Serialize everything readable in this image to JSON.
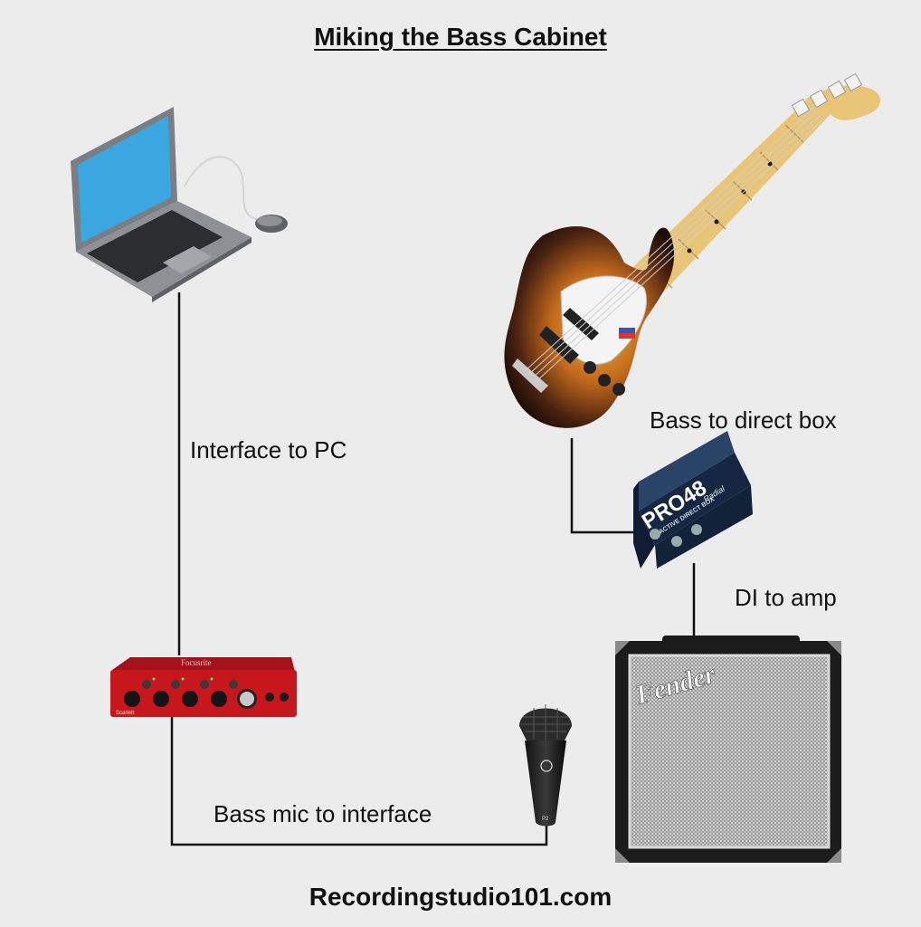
{
  "title": "Miking the Bass Cabinet",
  "footer": "Recordingstudio101.com",
  "labels": {
    "interface_to_pc": "Interface to PC",
    "bass_to_direct_box": "Bass to direct box",
    "di_to_amp": "DI to amp",
    "bass_mic_to_interface": "Bass mic to interface"
  },
  "devices": {
    "interface_brand": "Focusrite",
    "interface_model": "Scarlett",
    "di_model": "PRO48",
    "di_subtitle": "ACTIVE DIRECT BOX",
    "di_brand": "Radial",
    "amp_brand": "Fender",
    "mic_model": "P2"
  },
  "colors": {
    "background": "#ececec",
    "cable": "#111111",
    "interface_red": "#c8161d",
    "di_blue": "#1f3553",
    "laptop_screen": "#3aa7e0",
    "amp_grille": "#b8b8b8"
  }
}
